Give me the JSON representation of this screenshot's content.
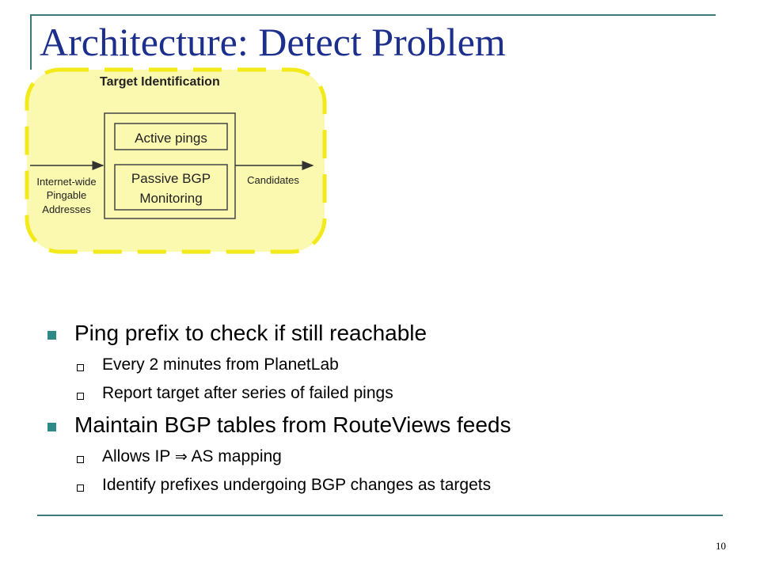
{
  "slide": {
    "title": "Architecture: Detect Problem",
    "page_number": "10"
  },
  "diagram": {
    "box_title": "Target Identification",
    "inner_box_1": "Active pings",
    "inner_box_2_line1": "Passive BGP",
    "inner_box_2_line2": "Monitoring",
    "input_line1": "Internet-wide",
    "input_line2": "Pingable",
    "input_line3": "Addresses",
    "output": "Candidates",
    "colors": {
      "highlight_fill": "#fbf9b0",
      "dashed_border": "#f2ea1a"
    }
  },
  "bullets": [
    {
      "text": "Ping prefix to check if still reachable",
      "subs": [
        {
          "text": "Every 2 minutes from PlanetLab"
        },
        {
          "text": "Report target after series of failed pings"
        }
      ]
    },
    {
      "text": "Maintain BGP tables from RouteViews feeds",
      "subs": [
        {
          "before": "Allows IP",
          "symbol": "⇒",
          "after": "AS mapping"
        },
        {
          "text": "Identify prefixes undergoing BGP changes as targets"
        }
      ]
    }
  ]
}
